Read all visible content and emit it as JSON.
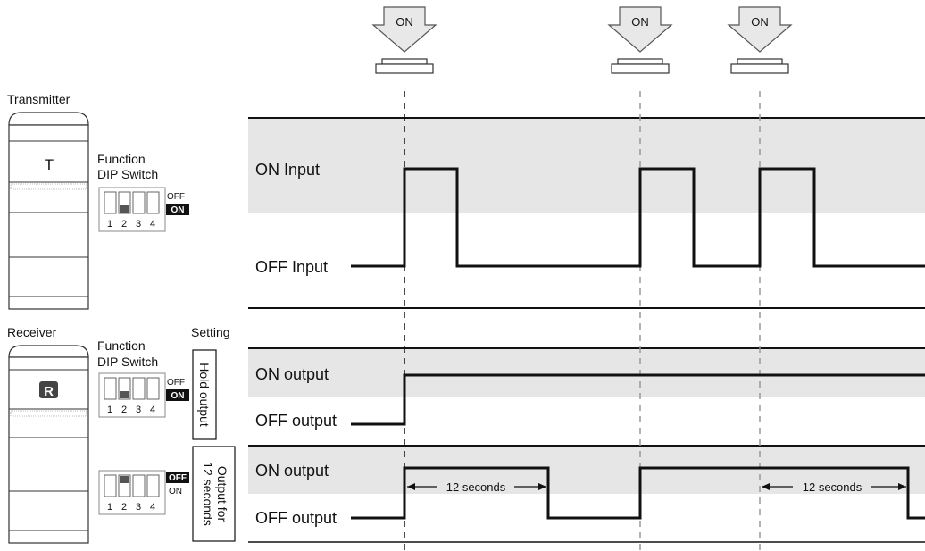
{
  "press_markers": [
    {
      "label": "ON"
    },
    {
      "label": "ON"
    },
    {
      "label": "ON"
    }
  ],
  "transmitter": {
    "title": "Transmitter",
    "unit_letter": "T",
    "function_label_1": "Function",
    "function_label_2": "DIP Switch",
    "dip_numbers": [
      "1",
      "2",
      "3",
      "4"
    ],
    "off_label": "OFF",
    "on_label": "ON"
  },
  "receiver": {
    "title": "Receiver",
    "unit_letter": "R",
    "function_label_1": "Function",
    "function_label_2": "DIP Switch",
    "setting_label": "Setting",
    "dip_numbers": [
      "1",
      "2",
      "3",
      "4"
    ],
    "hold": {
      "off_label": "OFF",
      "on_label": "ON",
      "setting_text": "Hold output"
    },
    "timed": {
      "off_label": "OFF",
      "on_label": "ON",
      "setting_text_1": "Output for",
      "setting_text_2": "12 seconds"
    }
  },
  "signals": {
    "input_on": "ON Input",
    "input_off": "OFF Input",
    "hold_on": "ON output",
    "hold_off": "OFF output",
    "timed_on": "ON output",
    "timed_off": "OFF output"
  },
  "durations": {
    "first": "12 seconds",
    "second": "12 seconds"
  },
  "colors": {
    "band": "#e6e6e6",
    "line": "#111111",
    "dark_badge": "#111111"
  }
}
